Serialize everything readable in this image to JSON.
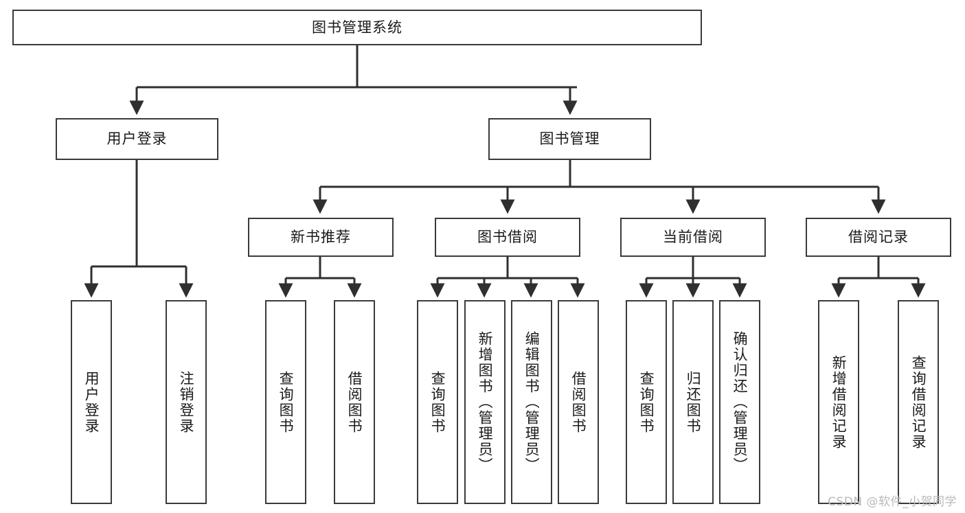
{
  "diagram": {
    "type": "tree",
    "title": "图书管理系统",
    "watermark": "CSDN @软件_小贺同学",
    "colors": {
      "background": "#ffffff",
      "border": "#3a3a3a",
      "text": "#1a1a1a",
      "edge": "#2f2f2f",
      "watermark": "#b9b9b9"
    },
    "root": {
      "label": "图书管理系统"
    },
    "level2": [
      {
        "label": "用户登录"
      },
      {
        "label": "图书管理"
      }
    ],
    "level3": [
      {
        "label": "新书推荐"
      },
      {
        "label": "图书借阅"
      },
      {
        "label": "当前借阅"
      },
      {
        "label": "借阅记录"
      }
    ],
    "leaves": {
      "user_login": [
        {
          "label": "用户登录"
        },
        {
          "label": "注销登录"
        }
      ],
      "new_book": [
        {
          "label": "查询图书"
        },
        {
          "label": "借阅图书"
        }
      ],
      "book_borrow": [
        {
          "label": "查询图书"
        },
        {
          "label": "新增图书（管理员）"
        },
        {
          "label": "编辑图书（管理员）"
        },
        {
          "label": "借阅图书"
        }
      ],
      "current_borrow": [
        {
          "label": "查询图书"
        },
        {
          "label": "归还图书"
        },
        {
          "label": "确认归还（管理员）"
        }
      ],
      "borrow_record": [
        {
          "label": "新增借阅记录"
        },
        {
          "label": "查询借阅记录"
        }
      ]
    }
  }
}
